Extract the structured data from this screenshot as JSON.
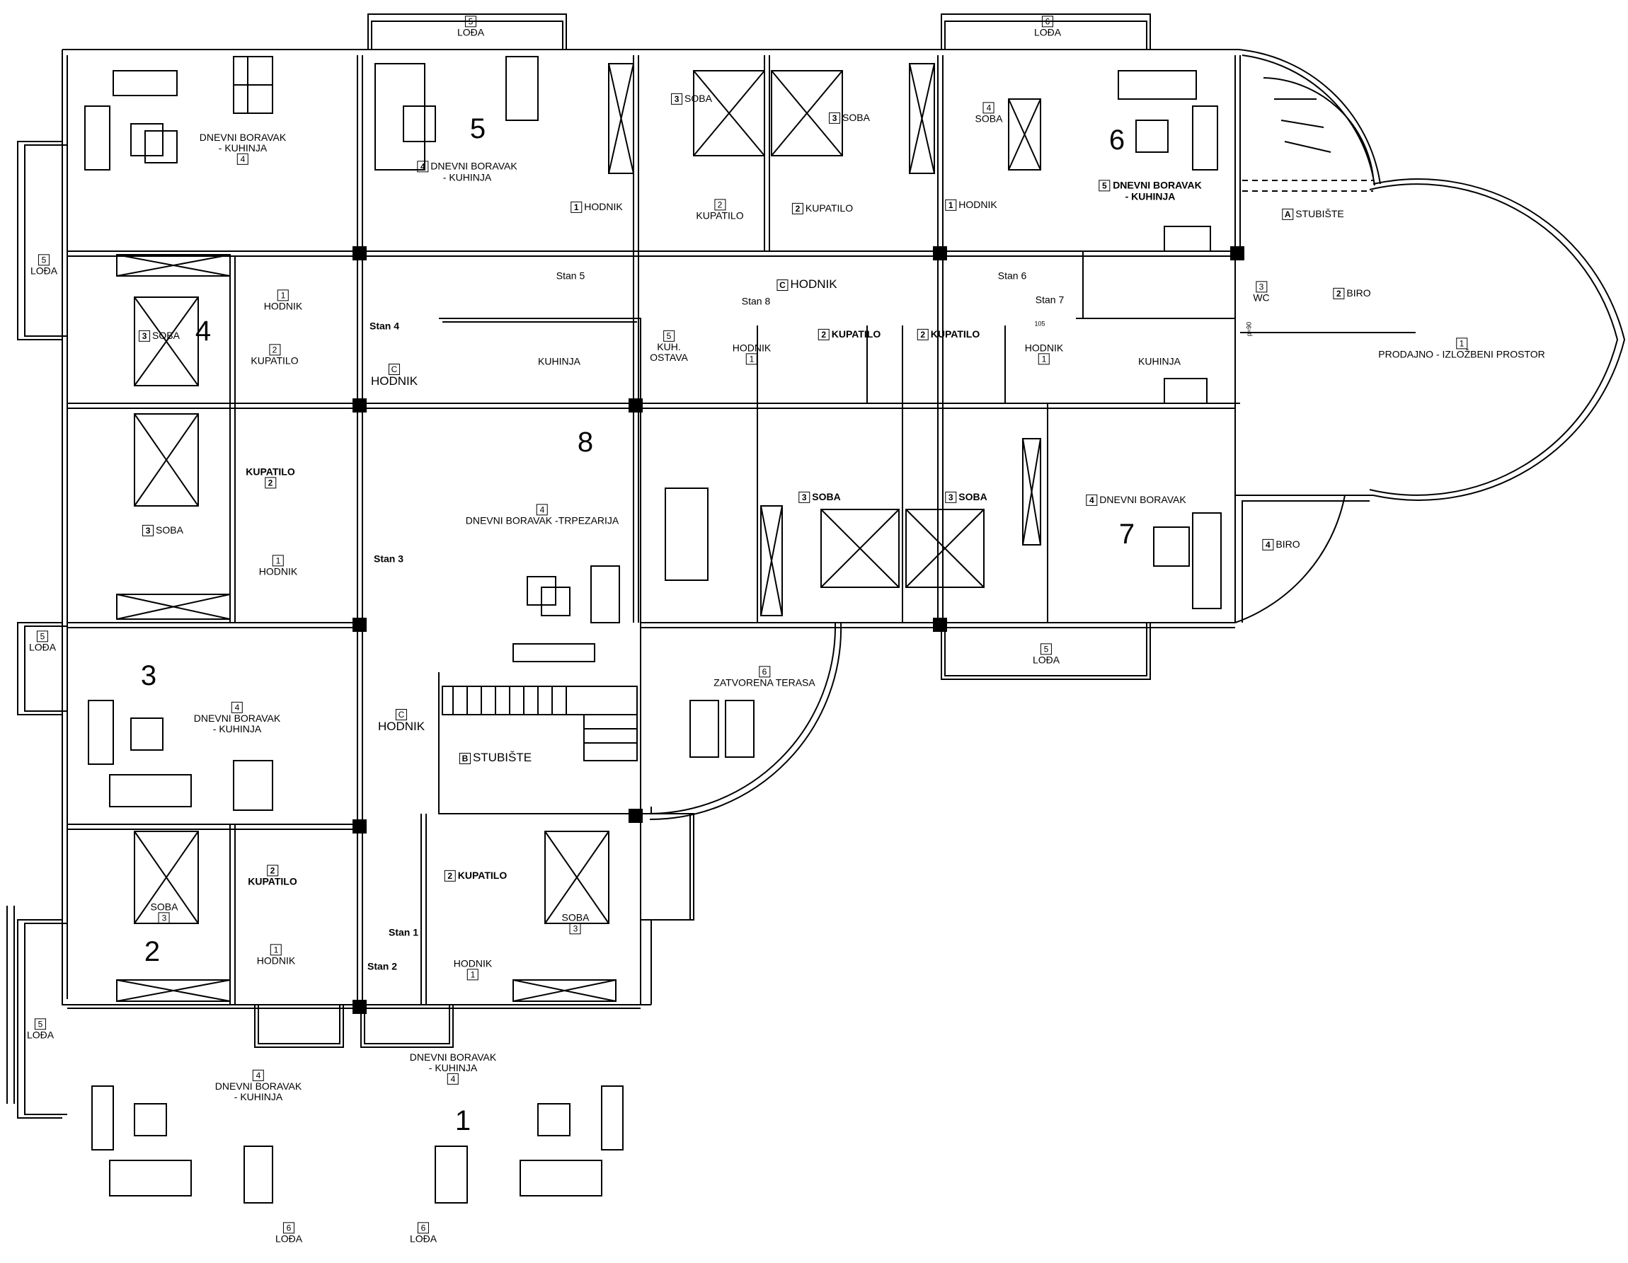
{
  "apartments": [
    "1",
    "2",
    "3",
    "4",
    "5",
    "6",
    "7",
    "8"
  ],
  "labels": {
    "dnevni_boravak_kuhinja_line1": "DNEVNI BORAVAK",
    "dnevni_boravak_kuhinja_line2": "- KUHINJA",
    "dnevni_boravak_kuhinja_bold1": "DNEVNI BORAVAK",
    "dnevni_boravak_kuhinja_bold2": "- KUHINJA",
    "dnevni_boravak": "DNEVNI BORAVAK",
    "dnevni_boravak_trpezarija": "DNEVNI BORAVAK -TRPEZARIJA",
    "soba": "SOBA",
    "hodnik": "HODNIK",
    "kupatilo": "KUPATILO",
    "kupatilo_bold": "KUPATILO",
    "kuhinja": "KUHINJA",
    "kuh_ostava_1": "KUH.",
    "kuh_ostava_2": "OSTAVA",
    "loda": "LOĐA",
    "stubiste": "STUBIŠTE",
    "biro": "BIRO",
    "wc": "WC",
    "prodajno": "PRODAJNO - IZLOŽBENI PROSTOR",
    "zatvorena_terasa": "ZATVORENA TERASA"
  },
  "codes": {
    "one": "1",
    "two": "2",
    "three": "3",
    "four": "4",
    "five": "5",
    "six": "6",
    "A": "A",
    "B": "B",
    "C": "C"
  },
  "entries": {
    "stan1": "Stan 1",
    "stan2": "Stan 2",
    "stan3": "Stan 3",
    "stan4": "Stan 4",
    "stan5": "Stan 5",
    "stan6": "Stan 6",
    "stan7": "Stan 7",
    "stan8": "Stan 8"
  },
  "dims": {
    "d105": "105",
    "p90": "p=90"
  }
}
